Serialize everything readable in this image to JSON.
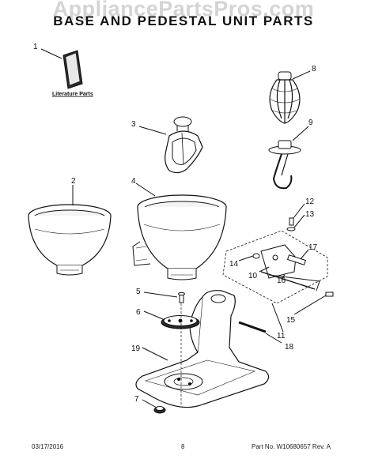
{
  "watermark": "AppliancePartsPros.com",
  "title": "BASE AND PEDESTAL UNIT PARTS",
  "literature_label": "Literature Parts",
  "callouts": {
    "c1": "1",
    "c2": "2",
    "c3": "3",
    "c4": "4",
    "c5": "5",
    "c6": "6",
    "c7": "7",
    "c8": "8",
    "c9": "9",
    "c10": "10",
    "c11": "11",
    "c12": "12",
    "c13": "13",
    "c14": "14",
    "c15": "15",
    "c16": "16",
    "c17": "17",
    "c18": "18",
    "c19": "19"
  },
  "footer": {
    "date": "03/17/2016",
    "page": "8",
    "part_no": "Part No. W10680657 Rev. A"
  }
}
